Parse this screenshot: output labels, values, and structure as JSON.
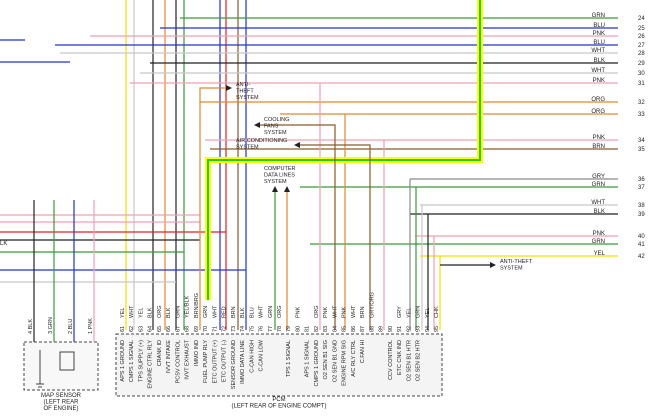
{
  "colors": {
    "GRN": "#3a9a3a",
    "BLU": "#2233cc",
    "PNK": "#f0a0b0",
    "WHT": "#c8c8c8",
    "BLK": "#222222",
    "ORG": "#e08830",
    "BRN": "#8a5a2a",
    "GRY": "#8a8a8a",
    "YEL": "#f0e000",
    "RED": "#e02020",
    "VIO": "#8a3aa8",
    "highlight_yellow": "#ffff00",
    "highlight_green": "#22cc22"
  },
  "right_wires": [
    {
      "label": "GRN",
      "num": "24",
      "color": "GRN"
    },
    {
      "label": "BLU",
      "num": "25",
      "color": "BLU"
    },
    {
      "label": "PNK",
      "num": "26",
      "color": "PNK"
    },
    {
      "label": "BLU",
      "num": "27",
      "color": "BLU"
    },
    {
      "label": "WHT",
      "num": "28",
      "color": "WHT"
    },
    {
      "label": "BLK",
      "num": "29",
      "color": "BLK"
    },
    {
      "label": "WHT",
      "num": "30",
      "color": "WHT"
    },
    {
      "label": "PNK",
      "num": "31",
      "color": "PNK"
    },
    {
      "label": "ORG",
      "num": "32",
      "color": "ORG"
    },
    {
      "label": "ORG",
      "num": "33",
      "color": "ORG"
    },
    {
      "label": "PNK",
      "num": "34",
      "color": "PNK"
    },
    {
      "label": "BRN",
      "num": "35",
      "color": "BRN"
    },
    {
      "label": "GRY",
      "num": "36",
      "color": "GRY"
    },
    {
      "label": "GRN",
      "num": "37",
      "color": "GRN"
    },
    {
      "label": "WHT",
      "num": "38",
      "color": "WHT"
    },
    {
      "label": "BLK",
      "num": "39",
      "color": "BLK"
    },
    {
      "label": "PNK",
      "num": "40",
      "color": "PNK"
    },
    {
      "label": "GRN",
      "num": "41",
      "color": "GRN"
    },
    {
      "label": "YEL",
      "num": "42",
      "color": "YEL"
    }
  ],
  "left_edge_label": "LK",
  "systems": {
    "anti_theft_1": "ANTI-\nTHEFT\nSYSTEM",
    "cooling": "COOLING\nFANS\nSYSTEM",
    "air_conditioning": "AIR CONDITIONING\nSYSTEM",
    "data_lines": "COMPUTER\nDATA LINES\nSYSTEM",
    "anti_theft_2": "ANTI-THEFT\nSYSTEM"
  },
  "map_sensor": {
    "pins": [
      {
        "num": "4",
        "label": "BLK"
      },
      {
        "num": "3",
        "label": "GRN"
      },
      {
        "num": "2",
        "label": "BLU"
      },
      {
        "num": "1",
        "label": "PNK"
      }
    ],
    "caption": "MAP SENSOR\n(LEFT REAR\nOF ENGINE)"
  },
  "pcm_pins": [
    {
      "num": "61",
      "color": "YEL",
      "func": "APS 1 GROUND"
    },
    {
      "num": "62",
      "color": "WHT",
      "func": "CMPS 1 SIGNAL"
    },
    {
      "num": "63",
      "color": "YEL",
      "func": "TPS SUPPLY (+)"
    },
    {
      "num": "64",
      "color": "BLK",
      "func": "ENGINE CTRL RLY"
    },
    {
      "num": "65",
      "color": "ORG",
      "func": "CRANK ID"
    },
    {
      "num": "66",
      "color": "BLK",
      "func": "IVVT INTAKE"
    },
    {
      "num": "67",
      "color": "GRN",
      "func": "PCSV CONTROL"
    },
    {
      "num": "68",
      "color": "YEL/BLK",
      "func": "IVVT EXHAUST"
    },
    {
      "num": "69",
      "color": "BRN/BRG",
      "func": "IMMO IND"
    },
    {
      "num": "70",
      "color": "GRN",
      "func": "FUEL PUMP RLY"
    },
    {
      "num": "71",
      "color": "WHT",
      "func": "ETC OUTPUT (+)"
    },
    {
      "num": "72",
      "color": "RED",
      "func": "ETC OUTPUT (-)"
    },
    {
      "num": "73",
      "color": "BRN",
      "func": "SENSOR GROUND"
    },
    {
      "num": "74",
      "color": "BLK",
      "func": "IMMO DATA LINE"
    },
    {
      "num": "75",
      "color": "BLU",
      "func": "C-CAN HIGH"
    },
    {
      "num": "76",
      "color": "WHT",
      "func": "C-CAN LOW"
    },
    {
      "num": "77",
      "color": "GRN",
      "func": ""
    },
    {
      "num": "78",
      "color": "ORG",
      "func": ""
    },
    {
      "num": "79",
      "color": "",
      "func": "TPS 1 SIGNAL"
    },
    {
      "num": "80",
      "color": "PNK",
      "func": ""
    },
    {
      "num": "81",
      "color": "",
      "func": "APS 1 SIGNAL"
    },
    {
      "num": "82",
      "color": "ORG",
      "func": "CMPS 1 GROUND"
    },
    {
      "num": "83",
      "color": "PNK",
      "func": "O2 SEN B1 SIG"
    },
    {
      "num": "84",
      "color": "WHT",
      "func": "O2 SEN B1 GND"
    },
    {
      "num": "85",
      "color": "PNK",
      "func": "ENGINE RPM SIG"
    },
    {
      "num": "86",
      "color": "WHT",
      "func": "A/C RLY CTRL"
    },
    {
      "num": "87",
      "color": "BRN",
      "func": "C.FAN HI"
    },
    {
      "num": "88",
      "color": "GRY/ORG",
      "func": ""
    },
    {
      "num": "89",
      "color": "",
      "func": ""
    },
    {
      "num": "90",
      "color": "",
      "func": "CCV CONTROL"
    },
    {
      "num": "91",
      "color": "GRY",
      "func": "ETC CNK IND"
    },
    {
      "num": "92",
      "color": "YEL",
      "func": "O2 SEN B1 HTR"
    },
    {
      "num": "93",
      "color": "GRN",
      "func": "O2 SEN B2 HTR"
    },
    {
      "num": "94",
      "color": "YEL",
      "func": ""
    },
    {
      "num": "95",
      "color": "CHK",
      "func": ""
    }
  ],
  "pcm_caption": "PCM\n(LEFT REAR OF ENGINE COMPT)"
}
